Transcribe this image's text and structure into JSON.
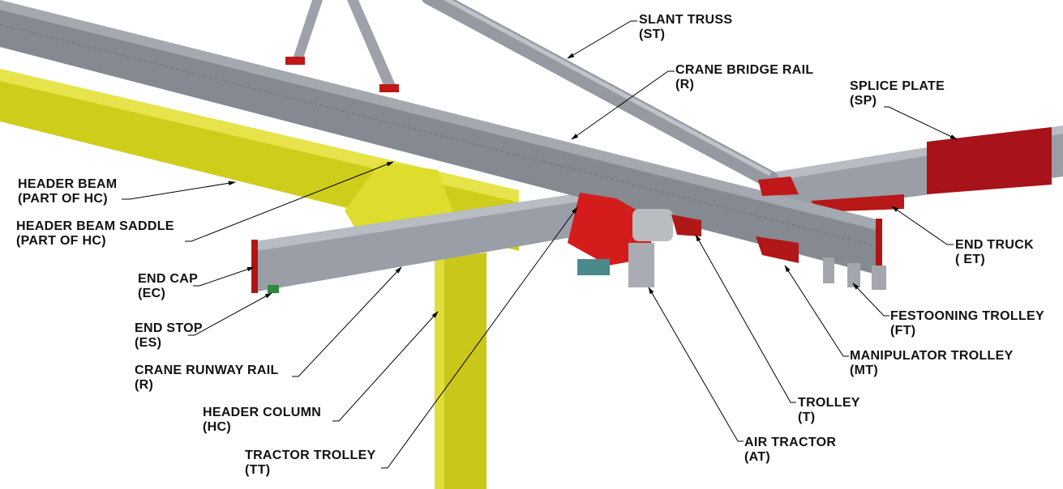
{
  "colors": {
    "beam_gray": "#8a8e96",
    "header_yellow": "#d4d21e",
    "part_red": "#c01818",
    "leader": "#000000"
  },
  "labels": {
    "slant_truss": {
      "name": "SLANT TRUSS",
      "code": "(ST)"
    },
    "crane_bridge_rail": {
      "name": "CRANE BRIDGE RAIL",
      "code": "(R)"
    },
    "splice_plate": {
      "name": "SPLICE PLATE",
      "code": "(SP)"
    },
    "header_beam": {
      "name": "HEADER BEAM",
      "code": "(PART OF HC)"
    },
    "header_beam_saddle": {
      "name": "HEADER BEAM SADDLE",
      "code": "(PART OF HC)"
    },
    "end_cap": {
      "name": "END CAP",
      "code": "(EC)"
    },
    "end_stop": {
      "name": "END STOP",
      "code": "(ES)"
    },
    "crane_runway_rail": {
      "name": "CRANE RUNWAY RAIL",
      "code": "(R)"
    },
    "header_column": {
      "name": "HEADER COLUMN",
      "code": "(HC)"
    },
    "tractor_trolley": {
      "name": "TRACTOR TROLLEY",
      "code": "(TT)"
    },
    "air_tractor": {
      "name": "AIR TRACTOR",
      "code": "(AT)"
    },
    "trolley": {
      "name": "TROLLEY",
      "code": "(T)"
    },
    "manipulator_trolley": {
      "name": "MANIPULATOR TROLLEY",
      "code": "(MT)"
    },
    "festooning_trolley": {
      "name": "FESTOONING TROLLEY",
      "code": "(FT)"
    },
    "end_truck": {
      "name": "END TRUCK",
      "code": "( ET)"
    }
  }
}
